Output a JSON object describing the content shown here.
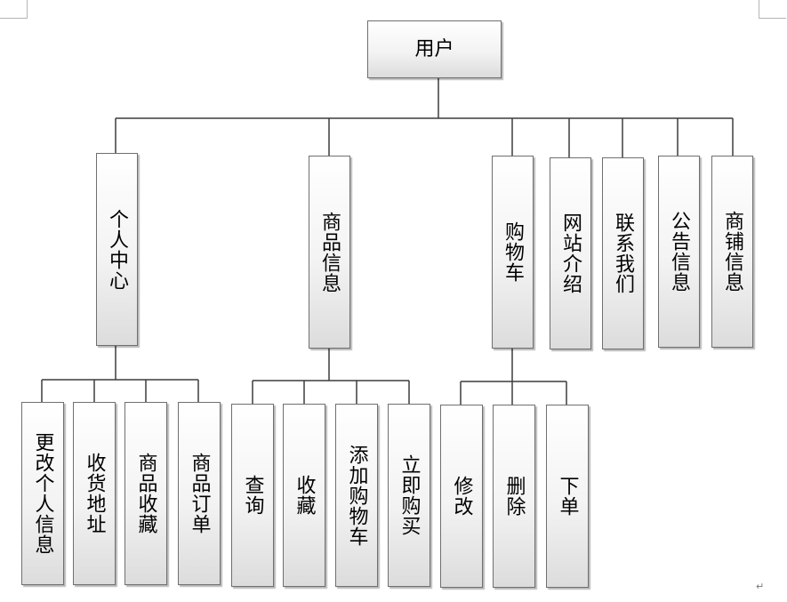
{
  "root": {
    "label": "用户"
  },
  "level1": [
    {
      "label": "个人中心"
    },
    {
      "label": "商品信息"
    },
    {
      "label": "购物车"
    },
    {
      "label": "网站介绍"
    },
    {
      "label": "联系我们"
    },
    {
      "label": "公告信息"
    },
    {
      "label": "商铺信息"
    }
  ],
  "personal_center_children": [
    {
      "label": "更改个人信息"
    },
    {
      "label": "收货地址"
    },
    {
      "label": "商品收藏"
    },
    {
      "label": "商品订单"
    }
  ],
  "product_info_children": [
    {
      "label": "查询"
    },
    {
      "label": "收藏"
    },
    {
      "label": "添加购物车"
    },
    {
      "label": "立即购买"
    }
  ],
  "cart_children": [
    {
      "label": "修改"
    },
    {
      "label": "删除"
    },
    {
      "label": "下单"
    }
  ],
  "paragraph_mark": "↵",
  "colors": {
    "line": "#3c3c3c",
    "border": "#6f6f6f"
  }
}
